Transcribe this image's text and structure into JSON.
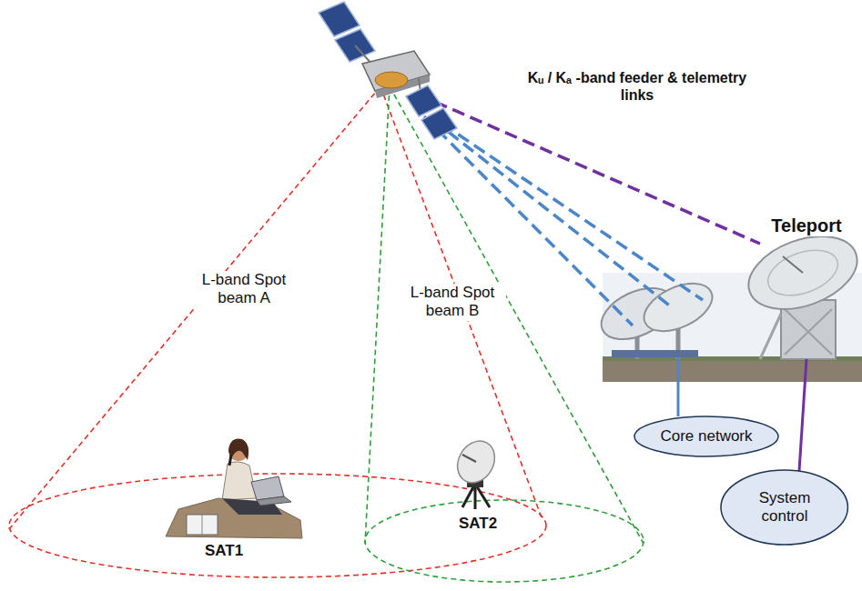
{
  "diagram": {
    "nodes": [
      {
        "text": [
          "Core network"
        ]
      },
      {
        "text": [
          "System control"
        ]
      }
    ],
    "labels": [
      "Kᵤ / Kₐ -band feeder & telemetry links",
      "Teleport",
      "L-band Spot beam A",
      "L-band Spot beam B",
      "SAT1",
      "SAT2"
    ]
  }
}
